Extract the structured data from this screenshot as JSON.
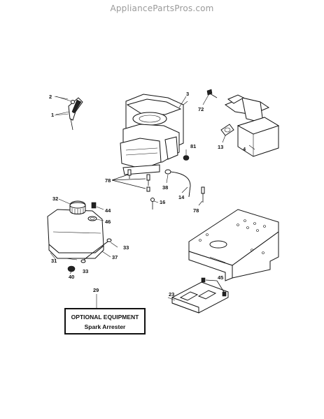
{
  "watermark": "AppliancePartsPros.com",
  "callouts": {
    "c1": "1",
    "c2": "2",
    "c3": "3",
    "c4": "4",
    "c13": "13",
    "c14": "14",
    "c16": "16",
    "c23": "23",
    "c29": "29",
    "c31": "31",
    "c32": "32",
    "c33a": "33",
    "c33b": "33",
    "c37": "37",
    "c38": "38",
    "c40": "40",
    "c44": "44",
    "c45": "45",
    "c46": "46",
    "c72": "72",
    "c78a": "78",
    "c78b": "78",
    "c81": "81"
  },
  "optional_box": {
    "title": "OPTIONAL EQUIPMENT",
    "subtitle": "Spark Arrester"
  }
}
